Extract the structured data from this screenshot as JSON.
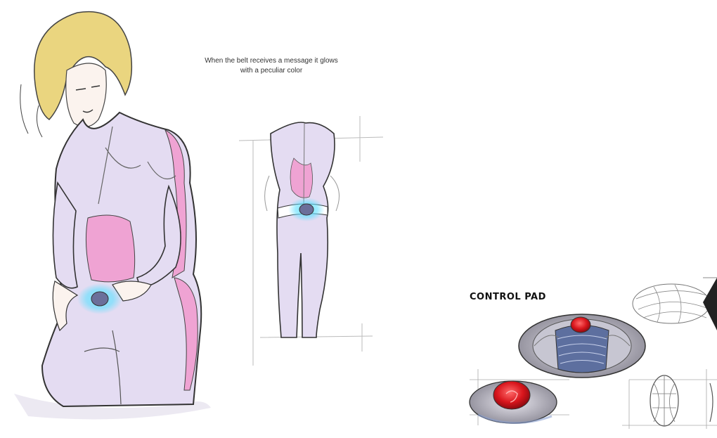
{
  "caption": {
    "line1": "When the belt receives a message it glows",
    "line2": "with a peculiar color"
  },
  "control_pad": {
    "label": "CONTROL PAD"
  },
  "colors": {
    "suit": "#e4dcf2",
    "suit_accent": "#efa3d3",
    "hair": "#ead57f",
    "glow": "#5fe0ff",
    "pad_button": "#d8151c",
    "pad_body": "#5d6f9f"
  }
}
